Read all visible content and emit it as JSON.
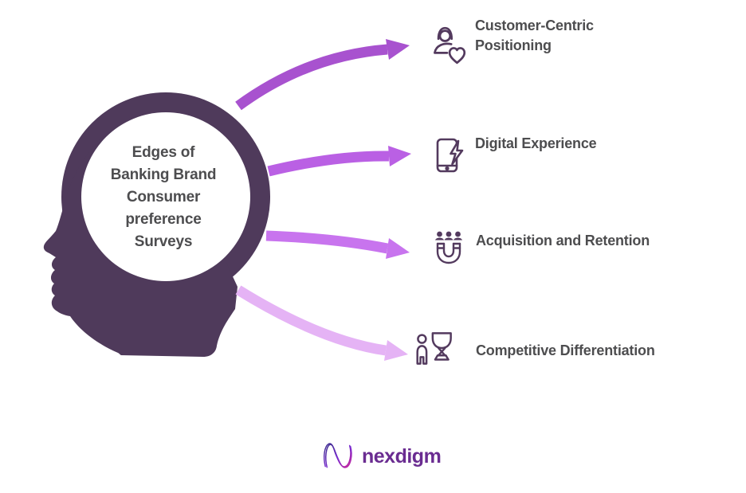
{
  "head_graphic": {
    "title_lines": [
      "Edges of",
      "Banking Brand",
      "Consumer",
      "preference",
      "Surveys"
    ],
    "head_color": "#4F3A5B",
    "icon_stroke_color": "#533A5E",
    "text_color": "#4D4D4F"
  },
  "items": [
    {
      "label": "Customer-Centric Positioning",
      "icon": "customer-heart",
      "arrow_color": "#A852CF"
    },
    {
      "label": "Digital Experience",
      "icon": "phone-lightning",
      "arrow_color": "#BA60E4"
    },
    {
      "label": "Acquisition and Retention",
      "icon": "magnet-people",
      "arrow_color": "#C874EE"
    },
    {
      "label": "Competitive Differentiation",
      "icon": "person-trophy",
      "arrow_color": "#E5B3F5"
    }
  ],
  "footer": {
    "logo_text": "nexdigm",
    "logo_color": "#6A2C91"
  }
}
